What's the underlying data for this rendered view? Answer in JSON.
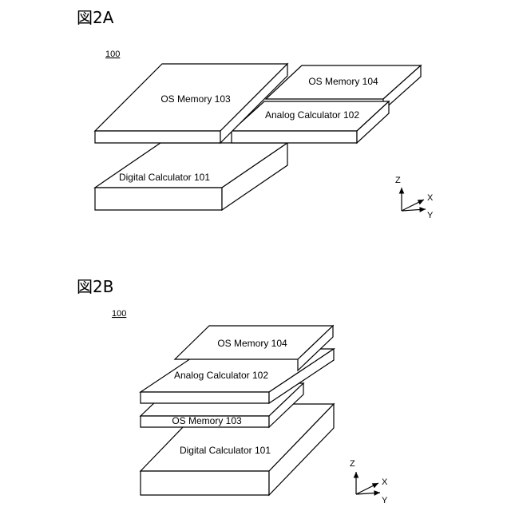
{
  "figures": [
    {
      "id": "fig2a",
      "title": "図2A",
      "ref": "100",
      "layers": {
        "digital": "Digital Calculator 101",
        "os103": "OS Memory 103",
        "os104": "OS Memory 104",
        "analog": "Analog Calculator 102"
      },
      "axes": {
        "z": "Z",
        "x": "X",
        "y": "Y"
      }
    },
    {
      "id": "fig2b",
      "title": "図2B",
      "ref": "100",
      "layers": {
        "os104": "OS Memory 104",
        "analog": "Analog Calculator 102",
        "os103": "OS Memory 103",
        "digital": "Digital Calculator 101"
      },
      "axes": {
        "z": "Z",
        "x": "X",
        "y": "Y"
      }
    }
  ]
}
